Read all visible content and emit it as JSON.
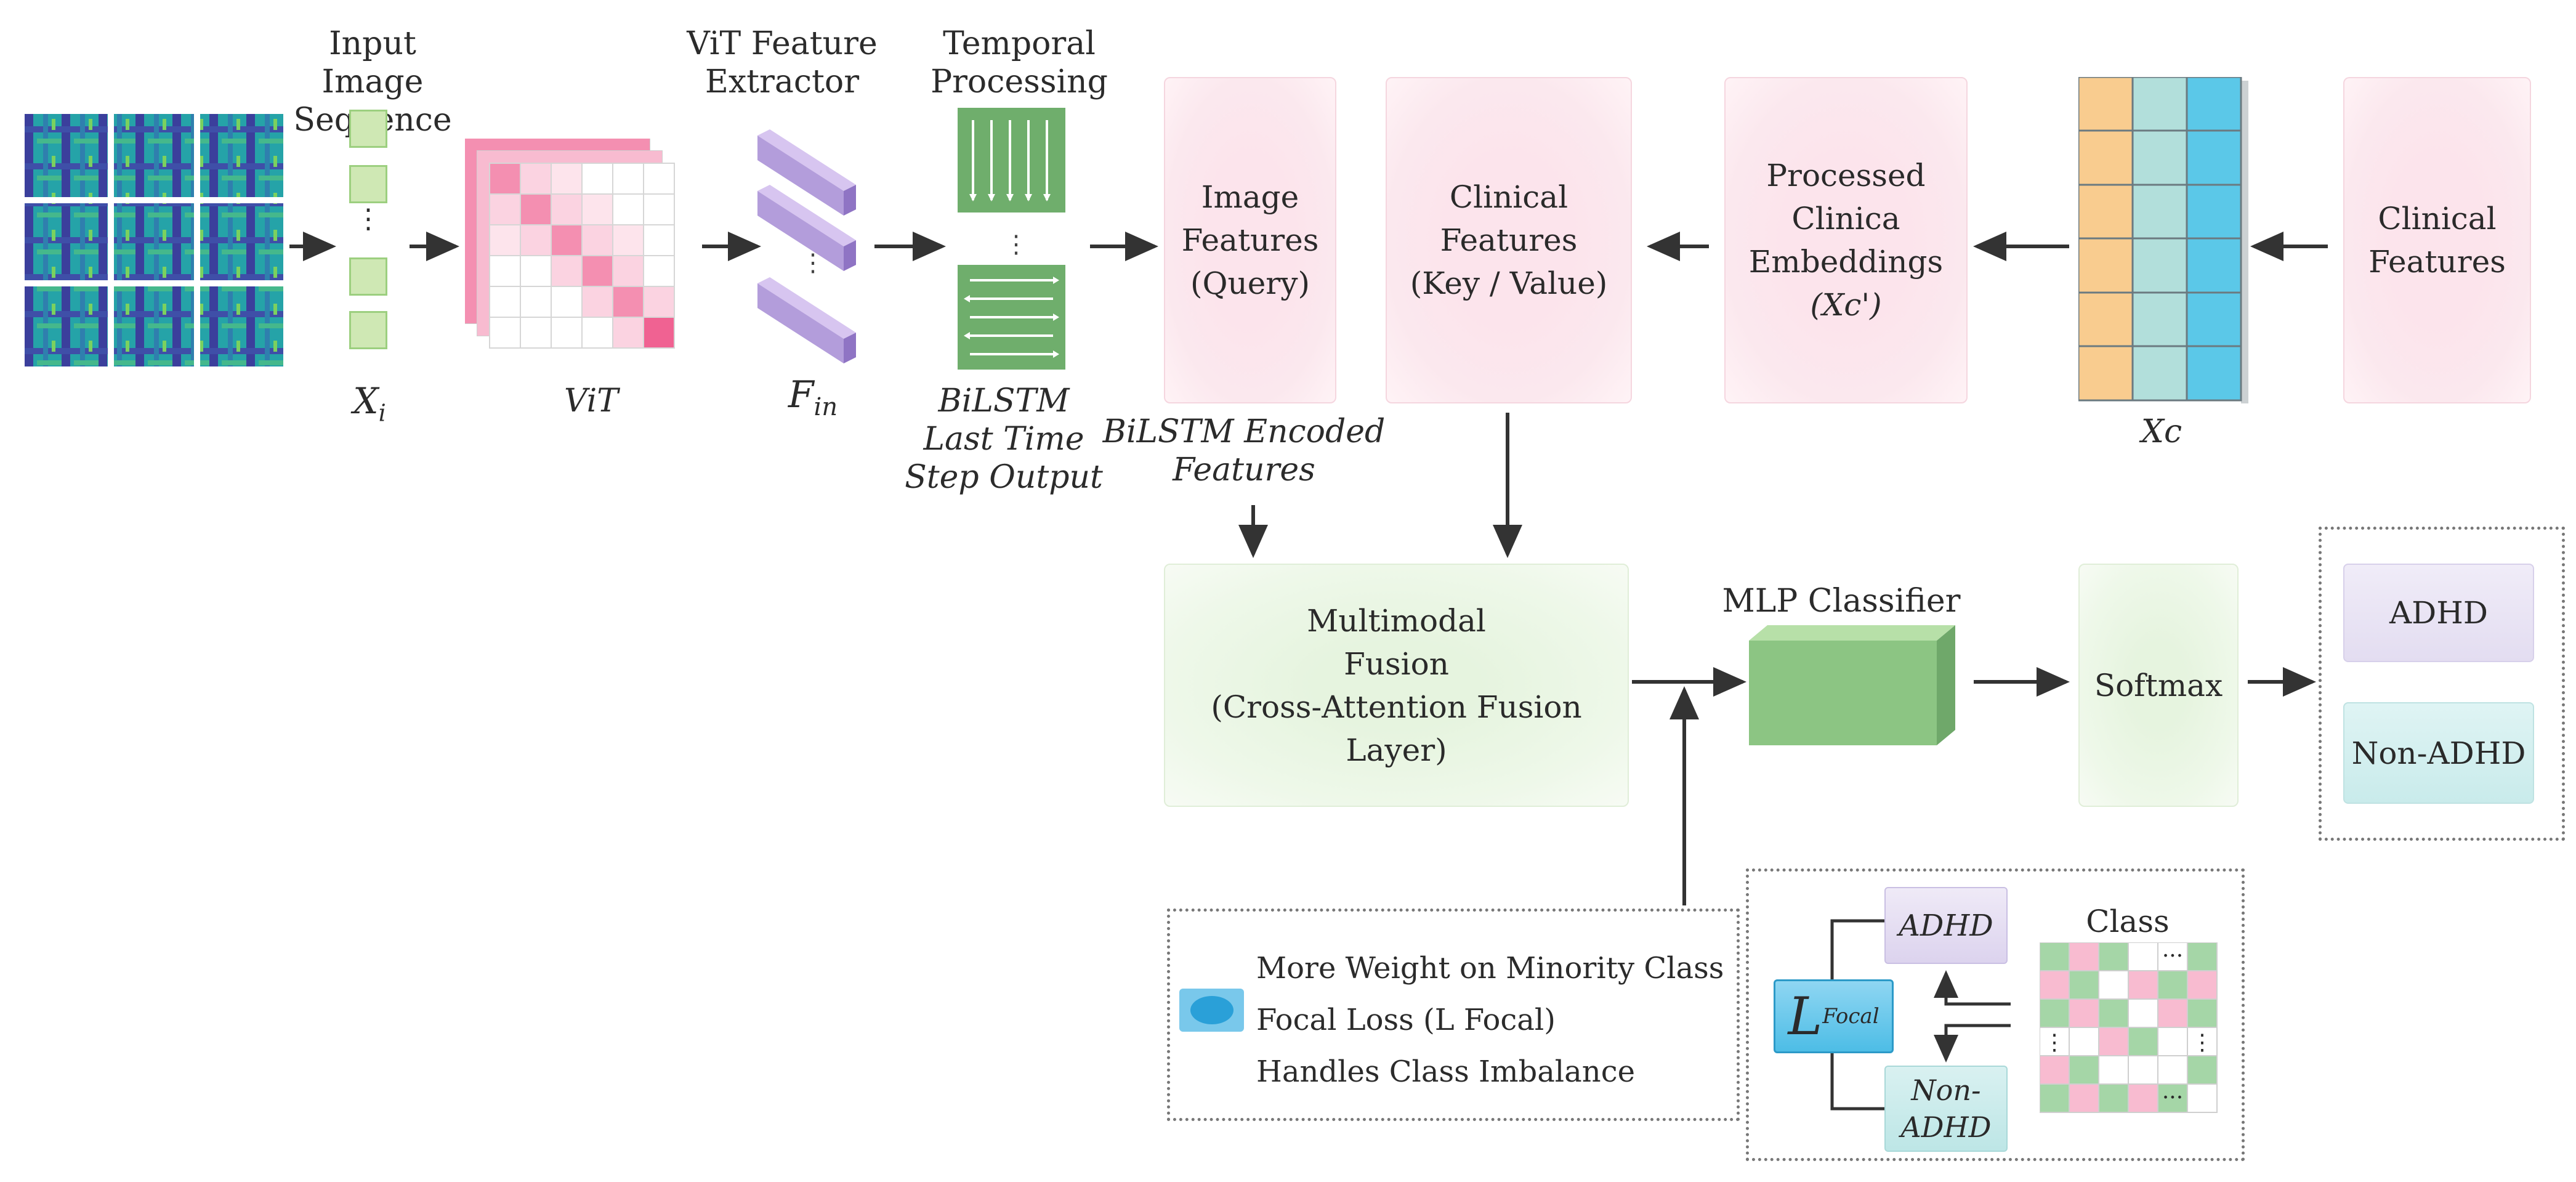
{
  "pipeline": {
    "input_title": "Input Image\nSequence",
    "input_symbol": "X",
    "input_subscript": "i",
    "vit_label": "ViT",
    "extractor_title": "ViT Feature\nExtractor",
    "extractor_symbol": "F",
    "extractor_subscript": "in",
    "temporal_title": "Temporal\nProcessing",
    "bilstm_label": "BiLSTM\nLast Time\nStep Output",
    "encoded_label": "BiLSTM Encoded\nFeatures"
  },
  "features": {
    "image_features": "Image\nFeatures\n(Query)",
    "clinical_kv": "Clinical\nFeatures\n(Key / Value)",
    "processed": "Processed\nClinica\nEmbeddings",
    "processed_symbol": "(Xc')",
    "xc_label": "Xc",
    "clinical_features": "Clinical\nFeatures"
  },
  "fusion": {
    "title": "Multimodal\nFusion\n(Cross-Attention Fusion Layer)",
    "mlp_title": "MLP Classifier",
    "softmax": "Softmax",
    "out_adhd": "ADHD",
    "out_non_adhd": "Non-ADHD"
  },
  "loss": {
    "line1": "More Weight on Minority Class",
    "line2": "Focal Loss (L Focal)",
    "line3": "Handles Class Imbalance",
    "contrast_title": "Class Contrast",
    "adhd": "ADHD",
    "non_adhd": "Non-\nADHD",
    "focal_symbol": "L",
    "focal_subscript": "Focal",
    "dots_h": "···",
    "dots_v": "⋮"
  },
  "colors": {
    "pink": "#f48fb1",
    "light_pink": "#fde0ea",
    "green": "#a5d6a7",
    "dark_green": "#5b9e5f",
    "purple": "#b39ddb",
    "orange": "#f9cc8f",
    "teal": "#b2dfdb",
    "cyan": "#5bc8e8",
    "heat_dark": "#3b3f9c",
    "heat_teal": "#24a0a0"
  }
}
